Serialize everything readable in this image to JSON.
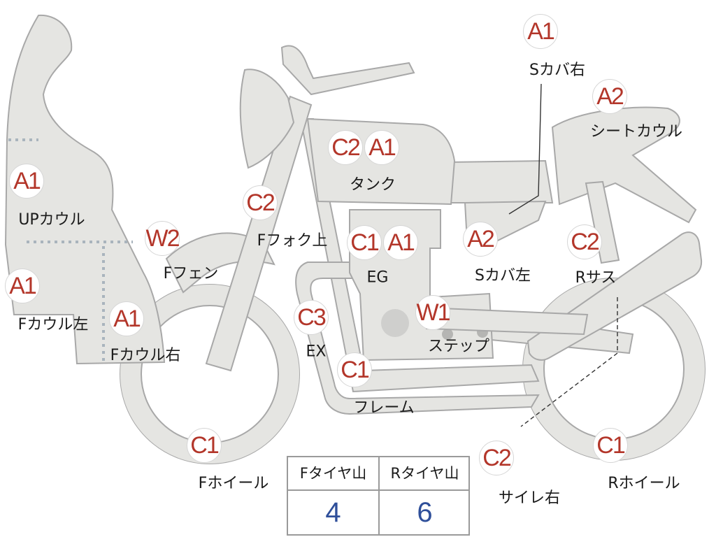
{
  "diagram": {
    "parts": [
      {
        "id": "s-cover-right",
        "code": "A1",
        "name": "Sカバ右"
      },
      {
        "id": "seat-cowl",
        "code": "A2",
        "name": "シートカウル"
      },
      {
        "id": "tank",
        "codes": [
          "C2",
          "A1"
        ],
        "name": "タンク"
      },
      {
        "id": "up-cowl",
        "code": "A1",
        "name": "UPカウル"
      },
      {
        "id": "front-fork-upper",
        "code": "C2",
        "name": "Fフォク上"
      },
      {
        "id": "front-fender",
        "code": "W2",
        "name": "Fフェン"
      },
      {
        "id": "engine",
        "codes": [
          "C1",
          "A1"
        ],
        "name": "EG"
      },
      {
        "id": "s-cover-left",
        "code": "A2",
        "name": "Sカバ左"
      },
      {
        "id": "rear-suspension",
        "code": "C2",
        "name": "Rサス"
      },
      {
        "id": "front-cowl-left",
        "code": "A1",
        "name": "Fカウル左"
      },
      {
        "id": "front-cowl-right",
        "code": "A1",
        "name": "Fカウル右"
      },
      {
        "id": "exhaust",
        "code": "C3",
        "name": "EX"
      },
      {
        "id": "step",
        "code": "W1",
        "name": "ステップ"
      },
      {
        "id": "frame",
        "code": "C1",
        "name": "フレーム"
      },
      {
        "id": "front-wheel",
        "code": "C1",
        "name": "Fホイール"
      },
      {
        "id": "silencer-right",
        "code": "C2",
        "name": "サイレ右"
      },
      {
        "id": "rear-wheel",
        "code": "C1",
        "name": "Rホイール"
      }
    ],
    "tire_table": {
      "front": {
        "header": "Fタイヤ山",
        "value": "4"
      },
      "rear": {
        "header": "Rタイヤ山",
        "value": "6"
      }
    }
  },
  "colors": {
    "badge_text": "#b3362a",
    "part_fill": "#e5e5e2",
    "part_stroke": "#a8a8a8",
    "tire_value": "#2f4f9a"
  }
}
